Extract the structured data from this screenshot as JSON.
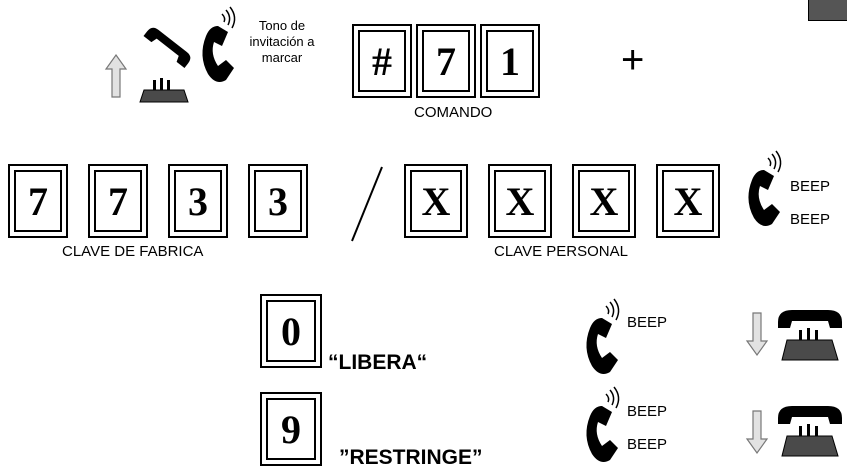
{
  "command": {
    "tone_label_lines": [
      "Tono de",
      "invitación a",
      "marcar"
    ],
    "keys": [
      "#",
      "7",
      "1"
    ],
    "plus": "+",
    "label": "COMANDO"
  },
  "codes": {
    "factory_keys": [
      "7",
      "7",
      "3",
      "3"
    ],
    "factory_label": "CLAVE DE FABRICA",
    "separator": "/",
    "personal_keys": [
      "X",
      "X",
      "X",
      "X"
    ],
    "personal_label": "CLAVE PERSONAL",
    "beeps": [
      "BEEP",
      "BEEP"
    ]
  },
  "options": [
    {
      "key": "0",
      "label": "“LIBERA“",
      "beeps": [
        "BEEP"
      ]
    },
    {
      "key": "9",
      "label": "”RESTRINGE”",
      "beeps": [
        "BEEP",
        "BEEP"
      ]
    }
  ],
  "colors": {
    "arrow_fill": "#e2e2e2",
    "phone": "#000000",
    "corner_tab": "#555555"
  },
  "icons": [
    "up-arrow-icon",
    "desk-phone-icon",
    "handset-ringing-icon",
    "down-arrow-icon",
    "hung-up-phone-icon"
  ]
}
